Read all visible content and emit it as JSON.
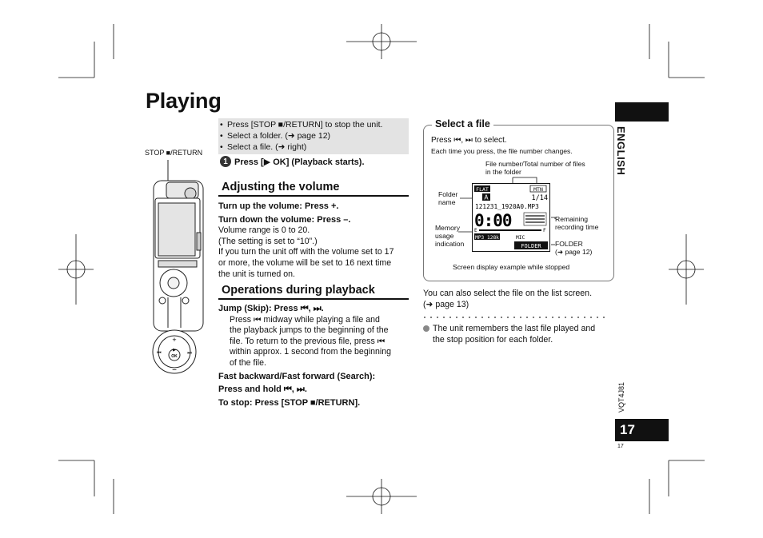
{
  "page": {
    "title": "Playing",
    "language_tab": "ENGLISH",
    "doc_code": "VQT4J81",
    "page_number": "17",
    "footer_page_number": "17"
  },
  "prep_list": [
    "Press [STOP ■/RETURN] to stop the unit.",
    "Select a folder. (➜ page 12)",
    "Select a file. (➜ right)"
  ],
  "step1": {
    "number": "1",
    "text": "Press [▶ OK] (Playback starts)."
  },
  "illustration": {
    "stop_label": "STOP ■/RETURN",
    "plus": "+",
    "minus": "−",
    "ok": "OK"
  },
  "adjust": {
    "heading": "Adjusting the volume",
    "up": "Turn up the volume: Press +.",
    "down": "Turn down the volume: Press –.",
    "lines": [
      "Volume range is 0 to 20.",
      "(The setting is set to “10”.)",
      "If you turn the unit off with the volume set to 17",
      "or more, the volume will be set to 16 next time",
      "the unit is turned on."
    ]
  },
  "operations": {
    "heading": "Operations during playback",
    "jump_title": "Jump (Skip): Press ⏮, ⏭.",
    "jump_lines": [
      "Press ⏮ midway while playing a file and",
      "the playback jumps to the beginning of the",
      "file. To return to the previous file, press ⏮",
      "within approx. 1 second from the beginning",
      "of the file."
    ],
    "search_title_1": "Fast backward/Fast forward (Search):",
    "search_title_2": "Press and hold ⏮, ⏭.",
    "stop_title": "To stop: Press [STOP ■/RETURN]."
  },
  "select_file": {
    "heading": "Select a file",
    "press_line": "Press ⏮, ⏭ to select.",
    "each_line": "Each time you press, the file number changes.",
    "callout_file_number_1": "File number/Total number of files",
    "callout_file_number_2": "in the folder",
    "callout_folder_name_1": "Folder",
    "callout_folder_name_2": "name",
    "callout_memory_1": "Memory",
    "callout_memory_2": "usage",
    "callout_memory_3": "indication",
    "callout_remaining_1": "Remaining",
    "callout_remaining_2": "recording time",
    "callout_folder_1": "FOLDER",
    "callout_folder_2": "(➜ page 12)",
    "caption": "Screen display example while stopped",
    "lcd": {
      "flat": "FLAT",
      "mtn": "MTN",
      "folder_letter": "A",
      "count": "1/14",
      "filename": "121231_1920A0.MP3",
      "time": "0:00",
      "mp3": "MP3 128k",
      "mic": "MIC",
      "folder_btn": "FOLDER",
      "e": "E",
      "f": "F"
    }
  },
  "after_box": {
    "line1": "You can also select the file on the list screen.",
    "line2": "(➜ page 13)",
    "note1": "The unit remembers the last file played and",
    "note2": "the stop position for each folder."
  }
}
